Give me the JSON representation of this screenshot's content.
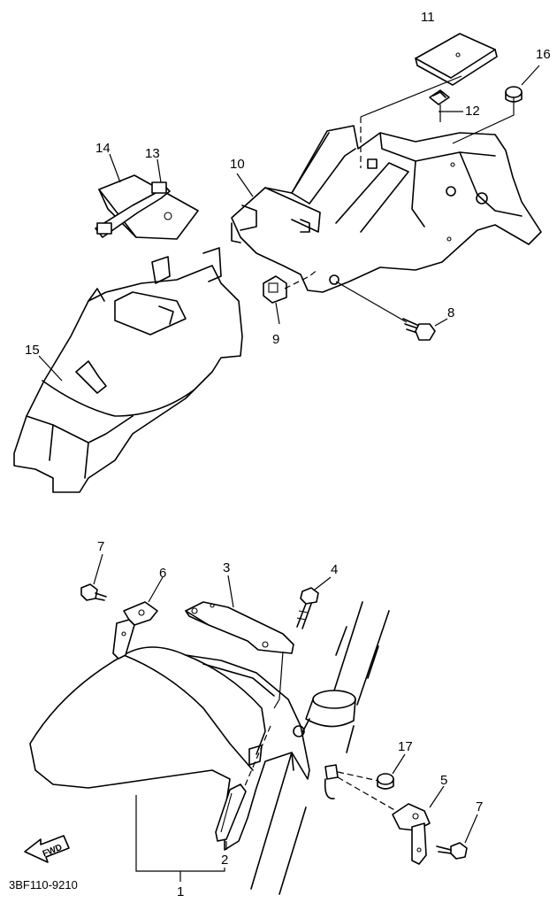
{
  "parts": [
    {
      "id": "p1",
      "label": "1"
    },
    {
      "id": "p2",
      "label": "2"
    },
    {
      "id": "p3",
      "label": "3"
    },
    {
      "id": "p4",
      "label": "4"
    },
    {
      "id": "p5",
      "label": "5"
    },
    {
      "id": "p6",
      "label": "6"
    },
    {
      "id": "p7a",
      "label": "7"
    },
    {
      "id": "p7b",
      "label": "7"
    },
    {
      "id": "p8",
      "label": "8"
    },
    {
      "id": "p9",
      "label": "9"
    },
    {
      "id": "p10",
      "label": "10"
    },
    {
      "id": "p11",
      "label": "11"
    },
    {
      "id": "p12",
      "label": "12"
    },
    {
      "id": "p13",
      "label": "13"
    },
    {
      "id": "p14",
      "label": "14"
    },
    {
      "id": "p15",
      "label": "15"
    },
    {
      "id": "p16",
      "label": "16"
    },
    {
      "id": "p17",
      "label": "17"
    }
  ],
  "fwd_label": "FWD",
  "diagram_code": "3BF110-9210"
}
